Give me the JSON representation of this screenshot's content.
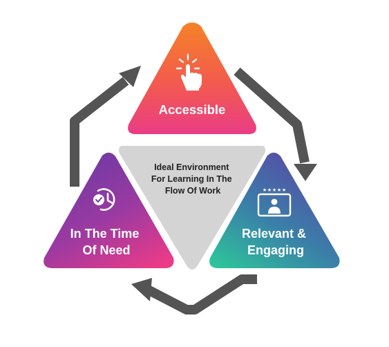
{
  "center": {
    "lines": [
      "Ideal Environment",
      "For Learning In The",
      "Flow Of Work"
    ]
  },
  "nodes": [
    {
      "id": "accessible",
      "lines": [
        "Accessible"
      ],
      "icon": "tap-hand-icon",
      "gradient": [
        "#f2762b",
        "#ee3e7a"
      ]
    },
    {
      "id": "relevant",
      "lines": [
        "Relevant &",
        "Engaging"
      ],
      "icon": "video-rating-icon",
      "gradient": [
        "#5a4aa5",
        "#2eb89a"
      ]
    },
    {
      "id": "time-of-need",
      "lines": [
        "In The Time",
        "Of Need"
      ],
      "icon": "clock-check-icon",
      "gradient": [
        "#7a3aa0",
        "#ec3d86"
      ]
    }
  ],
  "colors": {
    "arrow": "#545454",
    "center_fill": "#d4d4d4"
  }
}
